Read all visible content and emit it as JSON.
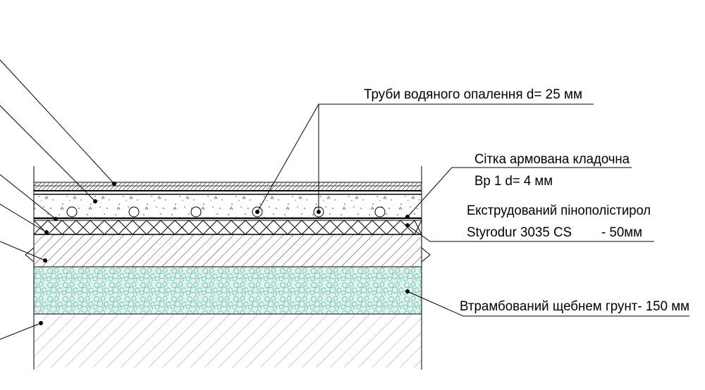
{
  "labels": {
    "pipes": "Труби водяного опалення d= 25 мм",
    "mesh_line1": "Сітка армована кладочна",
    "mesh_line2": "Вр 1 d= 4 мм",
    "insulation_line1": "Екструдований пінополістирол",
    "insulation_line2_name": "Styrodur 3035 CS",
    "insulation_line2_thickness": "- 50мм",
    "gravel": "Втрамбований щебнем грунт- 150 мм"
  },
  "colors": {
    "line": "#000000",
    "gravel_fill": "#dff3ee",
    "gravel_stroke": "#5fb6a3",
    "soil_hatch": "#9a9a9a"
  }
}
